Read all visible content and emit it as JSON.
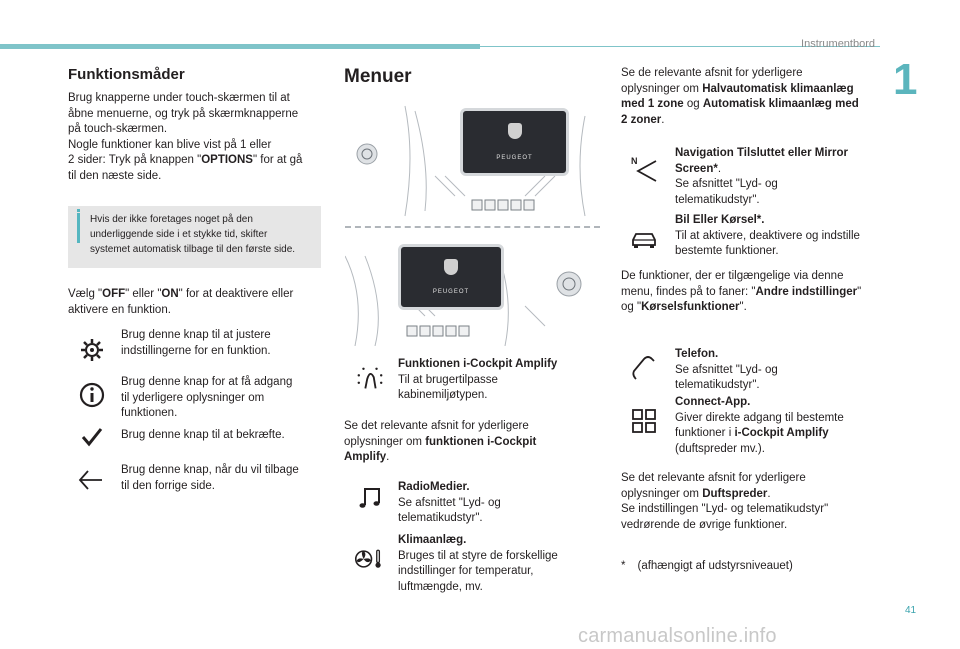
{
  "header": {
    "section_title": "Instrumentbord",
    "chapter_number": "1",
    "page_number": "41"
  },
  "watermark": "carmanualsonline.info",
  "col1": {
    "title": "Funktionsmåder",
    "intro_line1": "Brug knapperne under touch-skærmen til at",
    "intro_line2": "åbne menuerne, og tryk på skærmknapperne",
    "intro_line3": "på touch-skærmen.",
    "intro_line4": "Nogle funktioner kan blive vist på 1 eller",
    "intro_line5_pre": "2 sider: Tryk på knappen \"",
    "intro_line5_bold": "OPTIONS",
    "intro_line5_post": "\" for at gå",
    "intro_line6": "til den næste side.",
    "note_line1": "Hvis der ikke foretages noget på den",
    "note_line2": "underliggende side i et stykke tid, skifter",
    "note_line3": "systemet automatisk tilbage til den første side.",
    "select_pre": "Vælg \"",
    "select_off": "OFF",
    "select_mid": "\" eller \"",
    "select_on": "ON",
    "select_post": "\" for at deaktivere eller",
    "select_line2": "aktivere en funktion.",
    "items": [
      {
        "icon": "settings-gear-icon",
        "lines": [
          "Brug denne knap til at justere",
          "indstillingerne for en funktion."
        ]
      },
      {
        "icon": "info-icon",
        "lines": [
          "Brug denne knap for at få adgang",
          "til yderligere oplysninger om",
          "funktionen."
        ]
      },
      {
        "icon": "checkmark-icon",
        "lines": [
          "Brug denne knap til at bekræfte."
        ]
      },
      {
        "icon": "back-arrow-icon",
        "lines": [
          "Brug denne knap, når du vil tilbage",
          "til den forrige side."
        ]
      }
    ]
  },
  "col2": {
    "title": "Menuer",
    "screen_brand": "PEUGEOT",
    "amplify_title": "Funktionen i-Cockpit Amplify",
    "amplify_line1": "Til at brugertilpasse",
    "amplify_line2": "kabinemiljøtypen.",
    "ref_line1": "Se det relevante afsnit for yderligere",
    "ref_line2_pre": "oplysninger om ",
    "ref_line2_bold": "funktionen i-Cockpit",
    "ref_line3_bold": "Amplify",
    "ref_line3_post": ".",
    "radio_title": "RadioMedier.",
    "radio_line1": "Se afsnittet \"Lyd- og",
    "radio_line2": "telematikudstyr\".",
    "climate_title": "Klimaanlæg.",
    "climate_line1": "Bruges til at styre de forskellige",
    "climate_line2": "indstillinger for temperatur,",
    "climate_line3": "luftmængde, mv."
  },
  "col3": {
    "ref_line1": "Se de relevante afsnit for yderligere",
    "ref_line2_pre": "oplysninger om ",
    "ref_line2_bold": "Halvautomatisk klimaanlæg",
    "ref_line3_bold1": "med 1 zone",
    "ref_line3_mid": " og ",
    "ref_line3_bold2": "Automatisk klimaanlæg med",
    "ref_line4_bold": "2 zoner",
    "ref_line4_post": ".",
    "nav_title1": "Navigation Tilsluttet eller Mirror",
    "nav_title2": "Screen*",
    "nav_title2_post": ".",
    "nav_line1": "Se afsnittet \"Lyd- og",
    "nav_line2": "telematikudstyr\".",
    "car_title": "Bil Eller Kørsel*.",
    "car_line1": "Til at aktivere, deaktivere og indstille",
    "car_line2": "bestemte funktioner.",
    "tabs_line1": "De funktioner, der er tilgængelige via denne",
    "tabs_line2_pre": "menu, findes på to faner: \"",
    "tabs_line2_bold": "Andre indstillinger",
    "tabs_line2_post": "\"",
    "tabs_line3_pre": "og \"",
    "tabs_line3_bold": "Kørselsfunktioner",
    "tabs_line3_post": "\".",
    "phone_title": "Telefon.",
    "phone_line1": "Se afsnittet \"Lyd- og",
    "phone_line2": "telematikudstyr\".",
    "app_title": "Connect-App.",
    "app_line1": "Giver direkte adgang til bestemte",
    "app_line2_pre": "funktioner i ",
    "app_line2_bold": "i-Cockpit Amplify",
    "app_line3": "(duftspreder mv.).",
    "scent_line1": "Se det relevante afsnit for yderligere",
    "scent_line2_pre": "oplysninger om ",
    "scent_line2_bold": "Duftspreder",
    "scent_line2_post": ".",
    "scent_line3": "Se indstillingen \"Lyd- og telematikudstyr\"",
    "scent_line4": "vedrørende de øvrige funktioner.",
    "footnote_mark": "*",
    "footnote_text": "(afhængigt af udstyrsniveauet)"
  }
}
